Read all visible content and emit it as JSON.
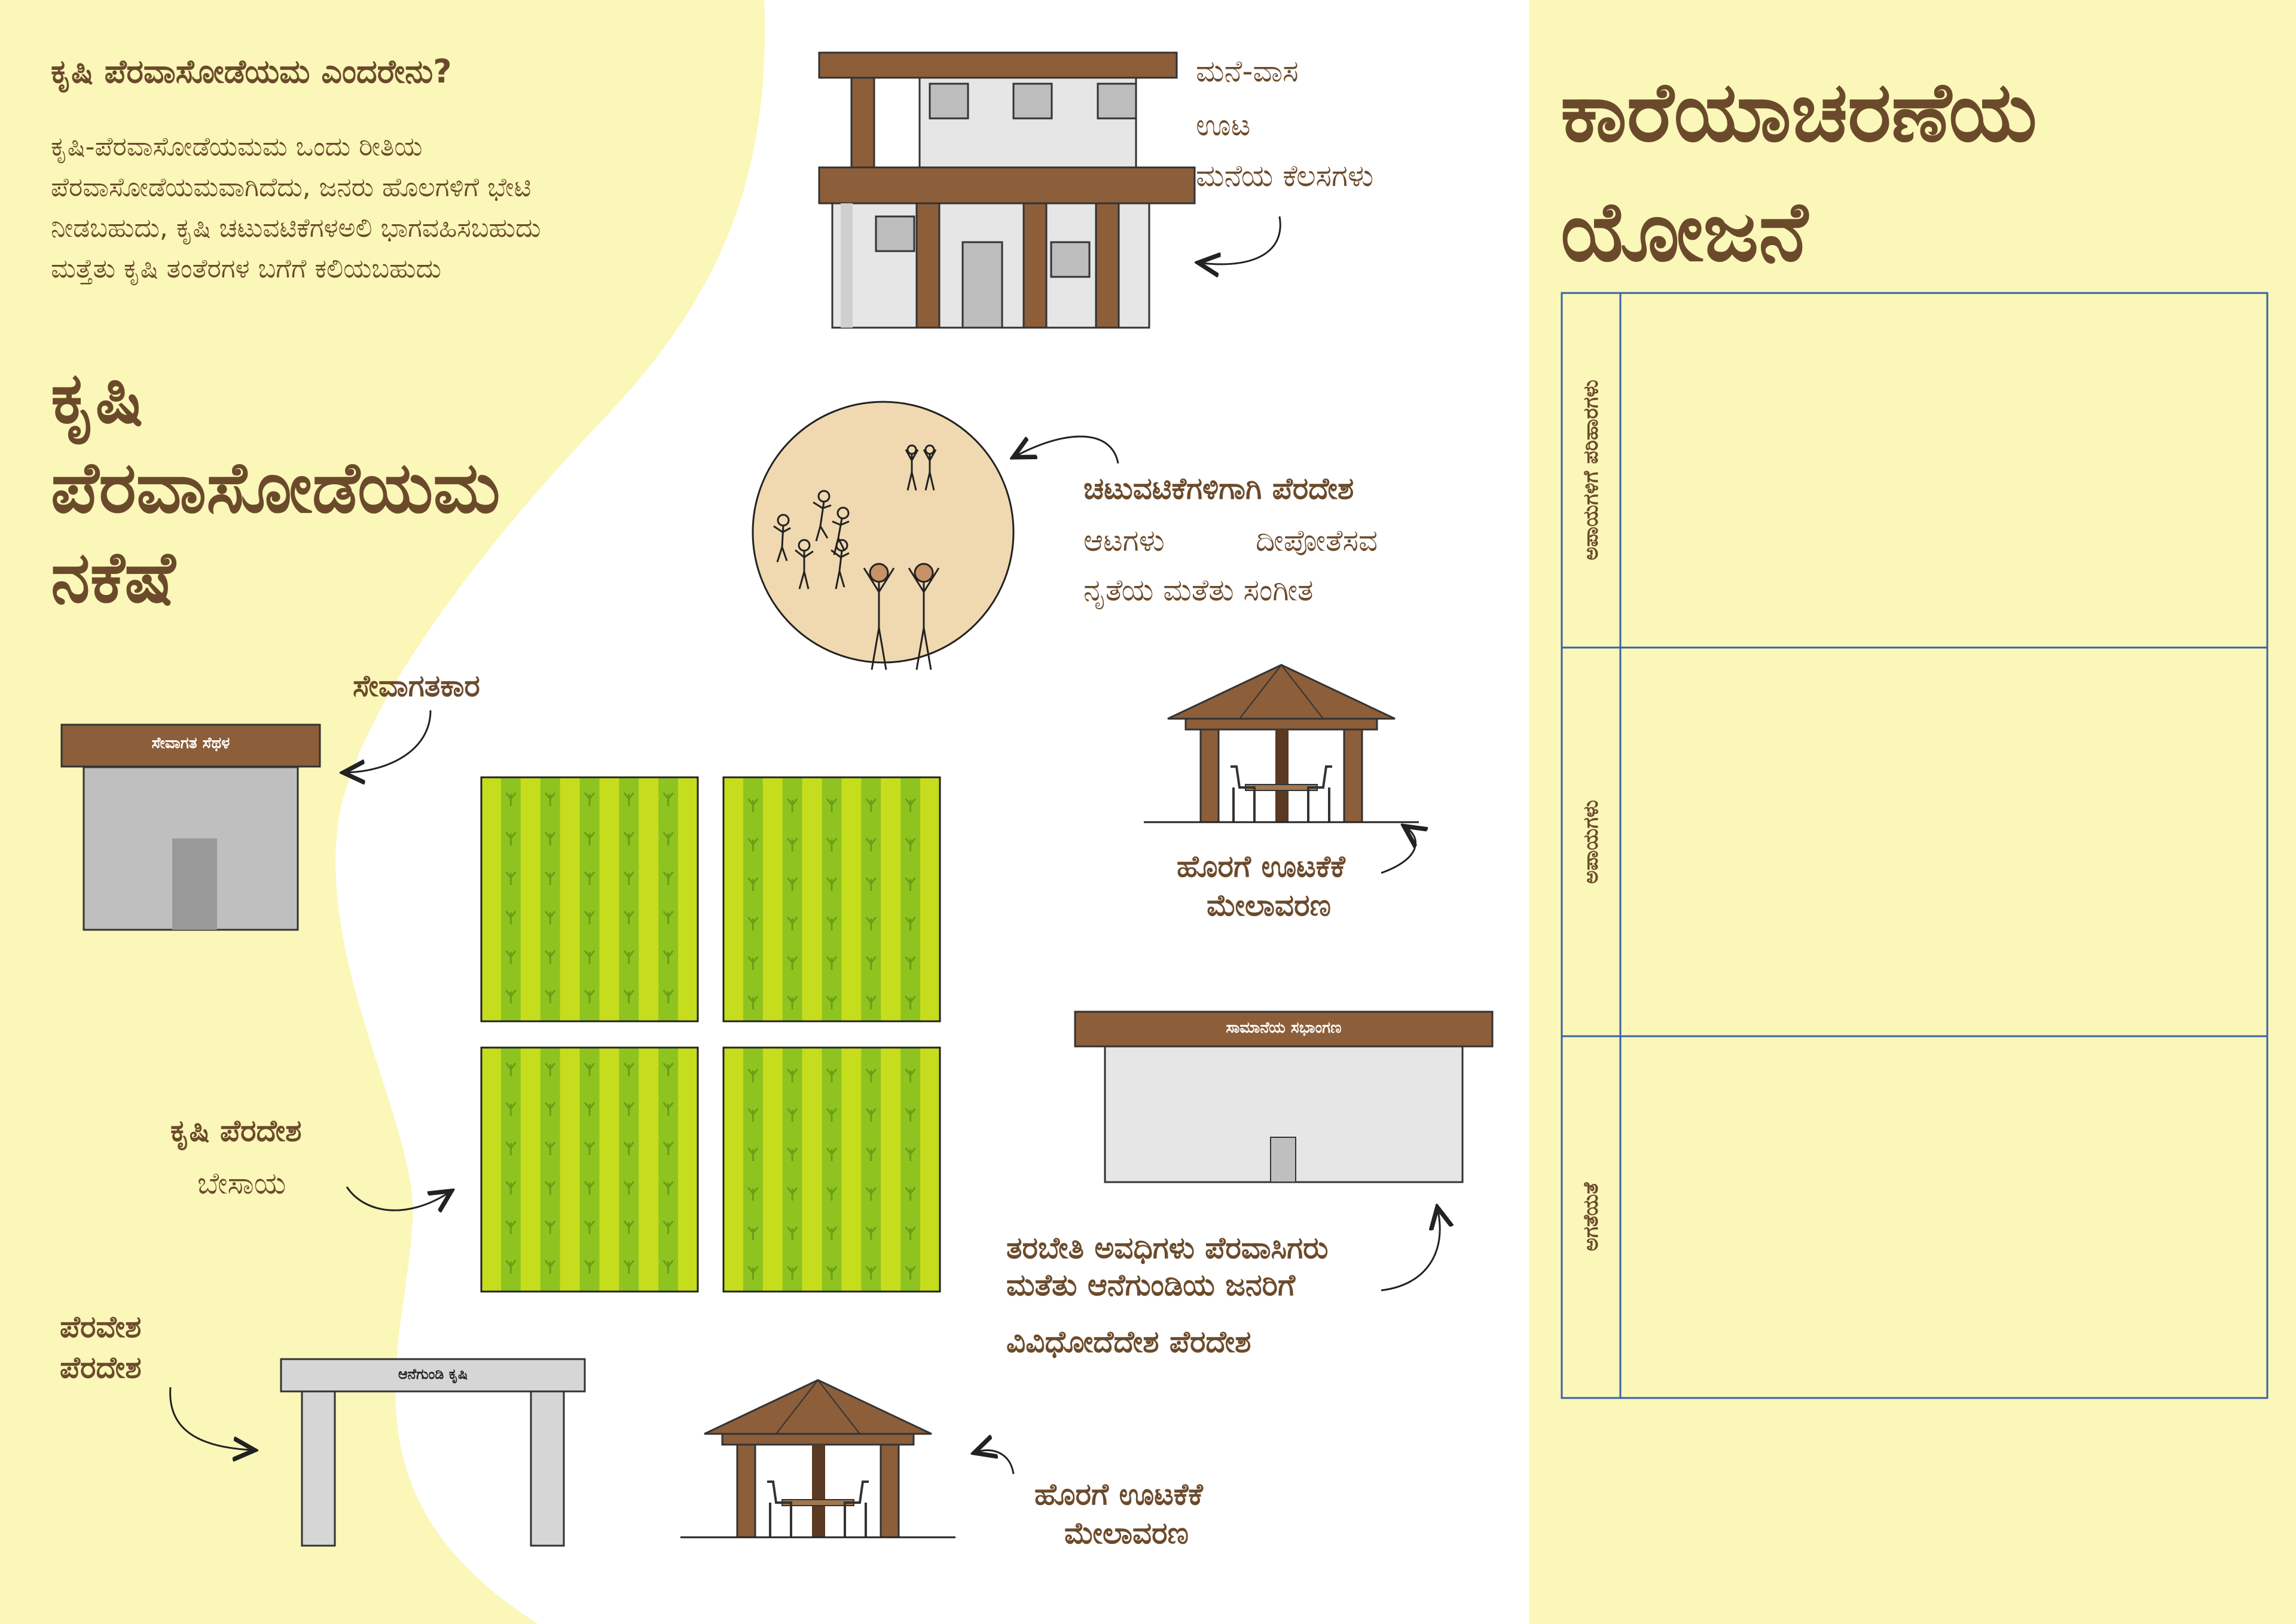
{
  "intro": {
    "title": "ಕೃಷಿ ಪೆರವಾಸೋಡೆಯಮ ಎಂದರೇನು?",
    "body_lines": [
      "ಕೃಷಿ-ಪೆರವಾಸೋಡೆಯಮಮ ಒಂದು ರೀತಿಯ",
      "ಪೆರವಾಸೋಡೆಯಮವಾಗಿದೆದು, ಜನರು ಹೊಲಗಳಿಗೆ ಭೇಟಿ",
      "ನೀಡಬಹುದು, ಕೃಷಿ ಚಟುವಟಿಕೆಗಳಅಲಿ ಭಾಗವಹಿಸಬಹುದು",
      "ಮತ್ತೆತು ಕೃಷಿ ತಂತೆರಗಳ ಬಗೆಗೆ ಕಲಿಯಬಹುದು"
    ]
  },
  "map_title_lines": [
    "ಕೃಷಿ",
    "ಪೆರವಾಸೋಡೆಯಮ",
    "ನಕೆಷೆ"
  ],
  "labels": {
    "house": [
      "ಮನೆ-ವಾಸ",
      "ಊಟ",
      "ಮನೆಯ ಕೆಲಸಗಳು"
    ],
    "activities_title": "ಚಟುವಟಿಕೆಗಳಿಗಾಗಿ ಪೆರದೇಶ",
    "activities": [
      "ಆಟಗಳು",
      "ದೀಪೋತೆಸವ",
      "ನೃತೆಯ ಮತೆತು ಸಂಗೀತ"
    ],
    "dining_1": [
      "ಹೊರಗೆ ಊಟಕೆಕೆ",
      "ಮೇಲಾವರಣ"
    ],
    "reception": "ಸೇವಾಗತಕಾರ",
    "reception_sign": "ಸೇವಾಗತ ಸೆಥಳ",
    "farm": [
      "ಕೃಷಿ ಪೆರದೇಶ",
      "ಬೇಸಾಯ"
    ],
    "hall_sign": "ಸಾಮಾನೆಯ ಸಭಾಂಗಣ",
    "hall": [
      "ತರಬೇತಿ ಅವಧಿಗಳು ಪೆರವಾಸಿಗರು",
      "ಮತೆತು ಆನೆಗುಂಡಿಯ ಜನರಿಗೆ",
      "ವಿವಿಧೋದೆದೇಶ ಪೆರದೇಶ"
    ],
    "entrance": [
      "ಪೆರವೇಶ",
      "ಪೆರದೇಶ"
    ],
    "gate_sign": "ಆನೆಗುಂಡಿ ಕೃಷಿ",
    "dining_2": [
      "ಹೊರಗೆ ಊಟಕೆಕೆ",
      "ಮೇಲಾವರಣ"
    ]
  },
  "plan": {
    "title_lines": [
      "ಕಾರೆಯಾಚರಣೆಯ",
      "ಯೋಜನೆ"
    ],
    "rows": [
      "ಅಪಾಯಗಳಿಗೆ ಪರಿಹಾರಗಳು",
      "ಅಪಾಯಗಳು",
      "ಅಗತೆಯತೆ"
    ]
  },
  "colors": {
    "cream": "#faf7b8",
    "brown": "#8c5e3a",
    "text_brown": "#6b4a2b",
    "field_green": "#8fc320",
    "field_lime": "#c6dd1e",
    "circle_fill": "#f0d9b0",
    "table_border": "#3a62a8",
    "grey_building": "#bfbfbf"
  }
}
